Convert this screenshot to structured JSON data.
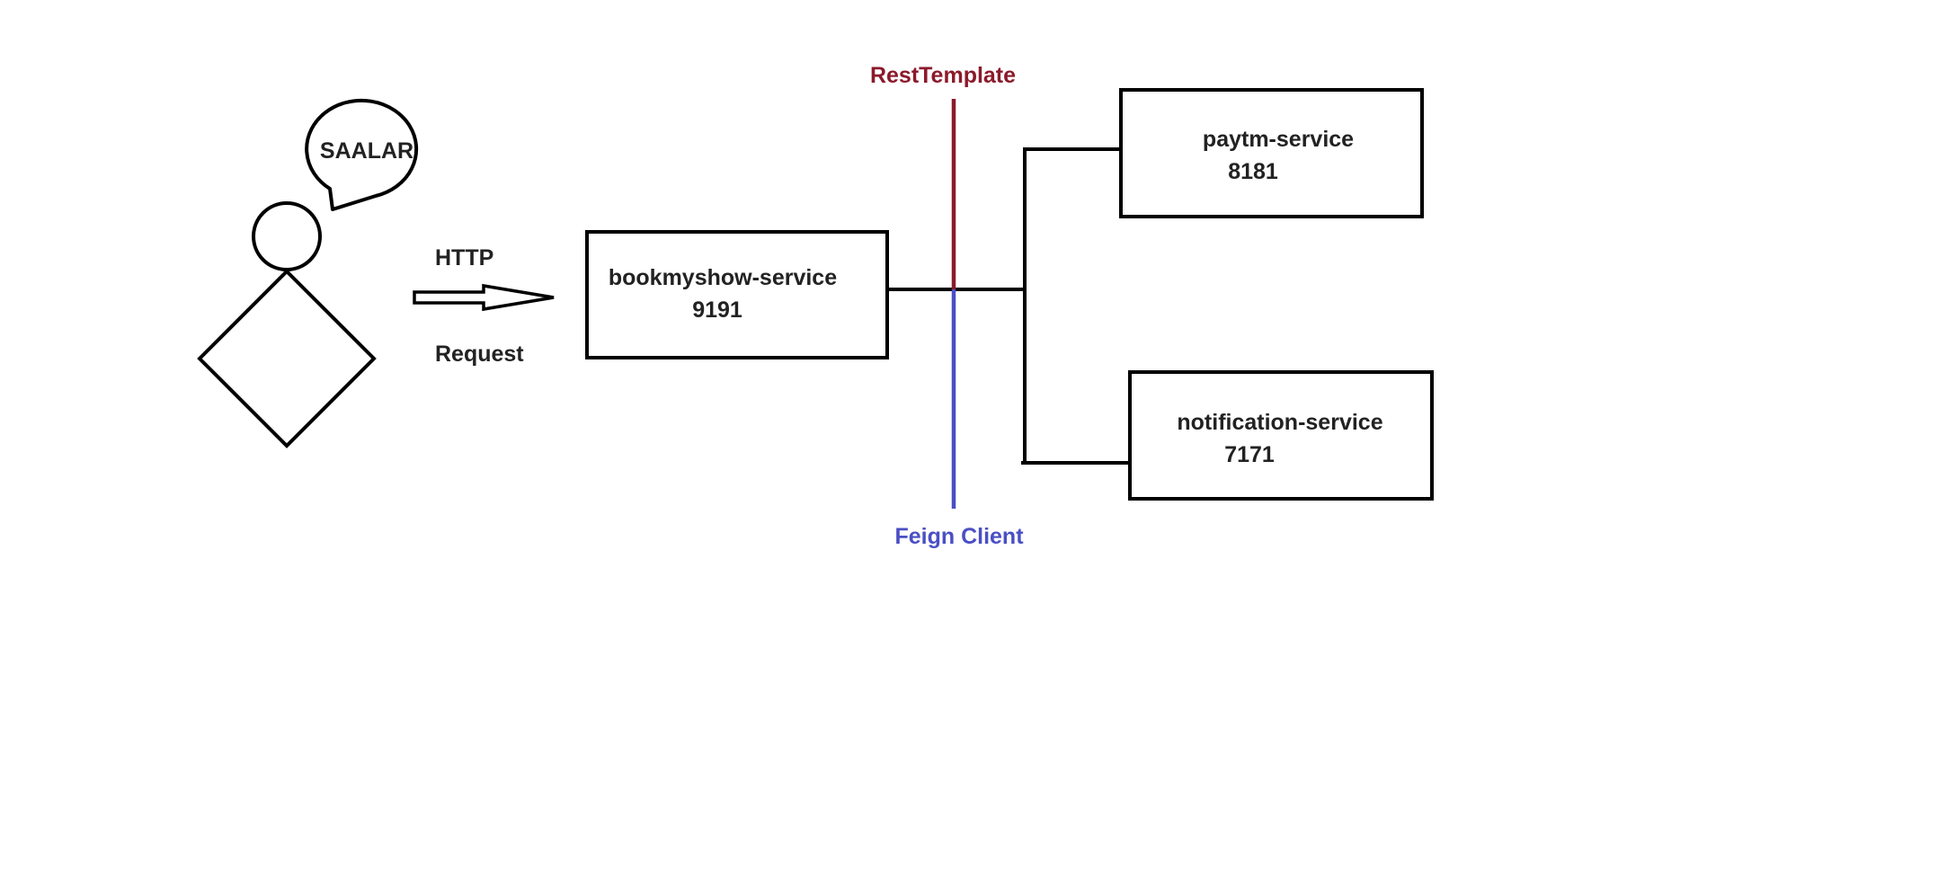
{
  "diagram": {
    "user": {
      "speech_text": "SAALAR"
    },
    "request_arrow": {
      "label_top": "HTTP",
      "label_bottom": "Request"
    },
    "bookmyshow": {
      "name": "bookmyshow-service",
      "port": "9191"
    },
    "paytm": {
      "name": "paytm-service",
      "port": "8181"
    },
    "notification": {
      "name": "notification-service",
      "port": "7171"
    },
    "resttemplate": {
      "label": "RestTemplate",
      "color": "#8b1a2b"
    },
    "feign": {
      "label": "Feign Client",
      "color": "#4a4fc4"
    },
    "line_color": "#000000",
    "text_color": "#222222"
  }
}
